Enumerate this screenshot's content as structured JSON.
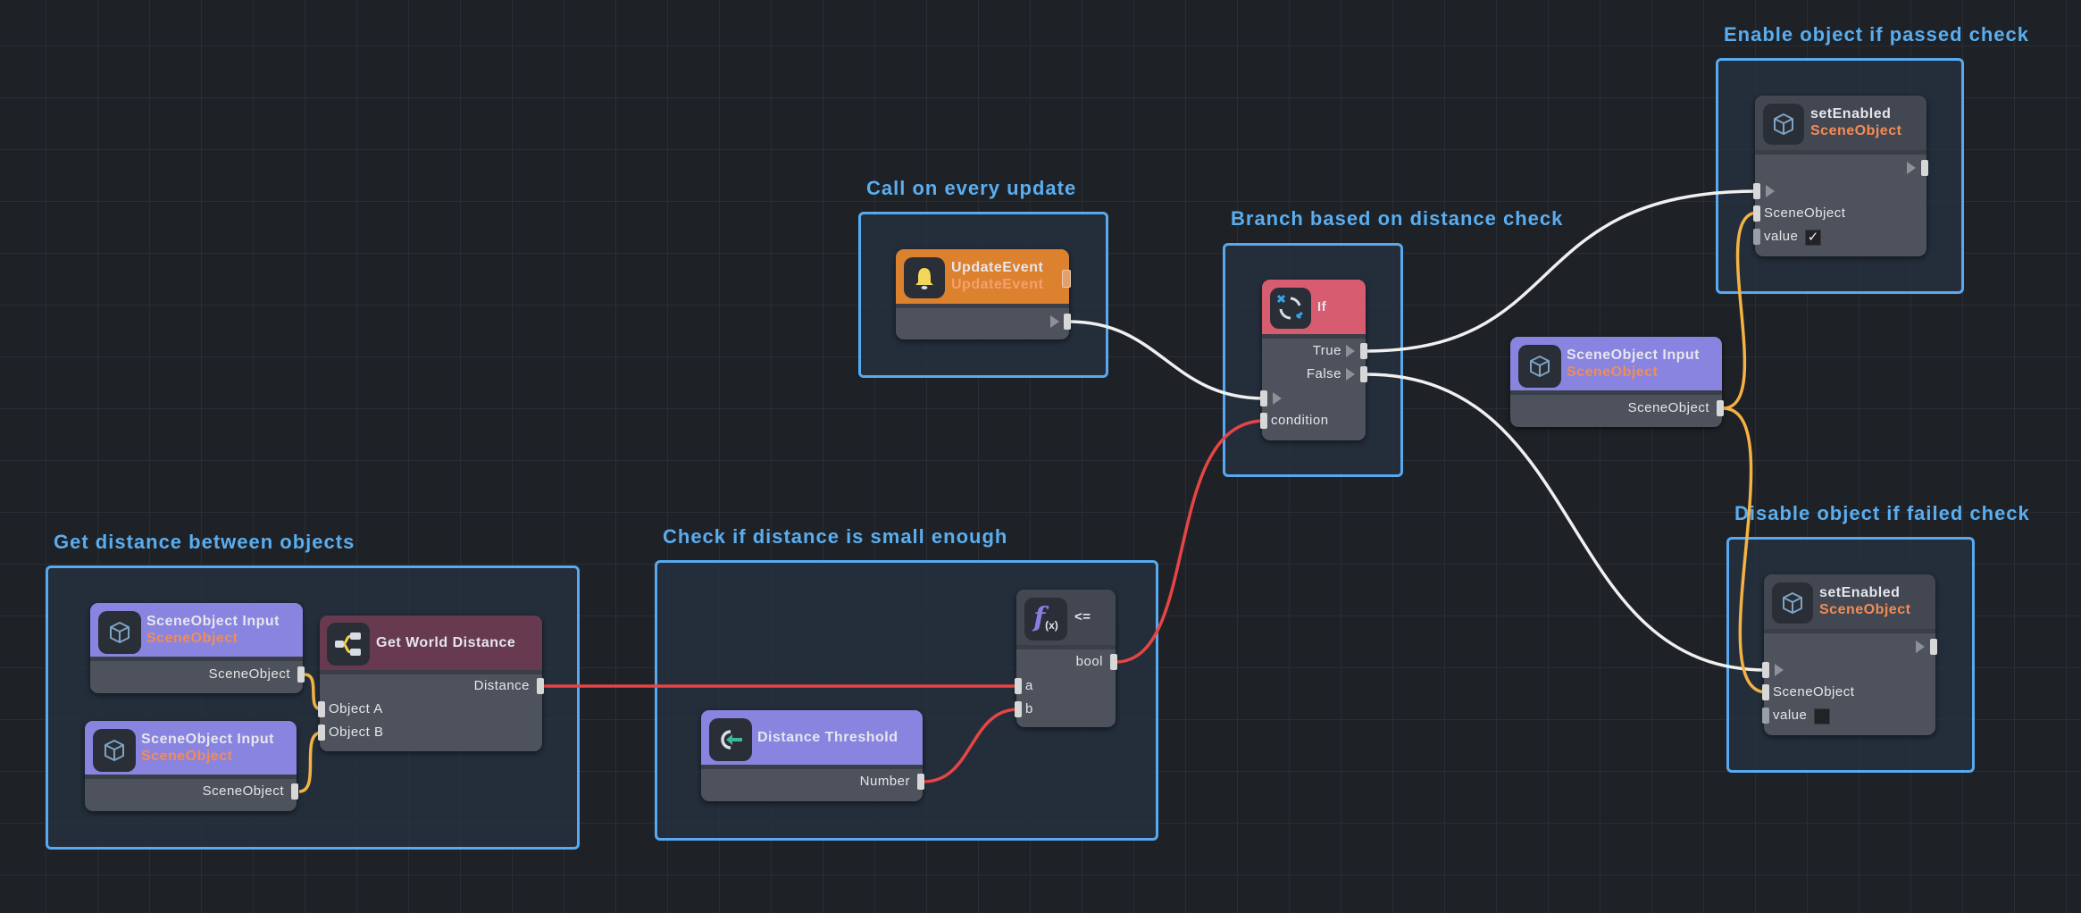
{
  "canvas": {
    "type": "visual-script-graph"
  },
  "colors": {
    "group_border": "#58a9ef",
    "group_title": "#5aaef0",
    "purple_header": "#8884e0",
    "orange_header": "#dc812e",
    "maroon_header": "#673a50",
    "red_header": "#d75c70",
    "gray_header": "#434751",
    "subtitle": "#f28c56",
    "wire_exec": "#f0f0f0",
    "wire_number": "#e64545",
    "wire_object": "#f4b244"
  },
  "groups": [
    {
      "id": "g-distance",
      "title": "Get distance between objects"
    },
    {
      "id": "g-check",
      "title": "Check if distance is small enough"
    },
    {
      "id": "g-update",
      "title": "Call on every update"
    },
    {
      "id": "g-branch",
      "title": "Branch based on distance check"
    },
    {
      "id": "g-enable",
      "title": "Enable object if passed check"
    },
    {
      "id": "g-disable",
      "title": "Disable object if failed check"
    }
  ],
  "nodes": {
    "so_input_a": {
      "title": "SceneObject Input",
      "subtitle": "SceneObject",
      "icon": "cube-icon",
      "outputs": [
        "SceneObject"
      ]
    },
    "so_input_b": {
      "title": "SceneObject Input",
      "subtitle": "SceneObject",
      "icon": "cube-icon",
      "outputs": [
        "SceneObject"
      ]
    },
    "get_world_distance": {
      "title": "Get World Distance",
      "icon": "branch-tree-icon",
      "outputs": [
        "Distance"
      ],
      "inputs": [
        "Object A",
        "Object B"
      ]
    },
    "distance_threshold": {
      "title": "Distance Threshold",
      "icon": "variable-input-icon",
      "outputs": [
        "Number"
      ]
    },
    "compare": {
      "title": "<=",
      "icon": "function-icon",
      "icon_text": "f",
      "icon_sub": "(x)",
      "outputs": [
        "bool"
      ],
      "inputs": [
        "a",
        "b"
      ]
    },
    "update_event": {
      "title": "UpdateEvent",
      "subtitle": "UpdateEvent",
      "icon": "bell-icon"
    },
    "if": {
      "title": "If",
      "icon": "branch-swap-icon",
      "outputs": [
        "True",
        "False"
      ],
      "inputs": [
        "condition"
      ]
    },
    "so_input_mid": {
      "title": "SceneObject Input",
      "subtitle": "SceneObject",
      "icon": "cube-icon",
      "outputs": [
        "SceneObject"
      ]
    },
    "set_enabled_true": {
      "title": "setEnabled",
      "subtitle": "SceneObject",
      "icon": "cube-icon",
      "inputs": [
        "SceneObject",
        "value"
      ],
      "value_checked": true,
      "check_glyph": "✓"
    },
    "set_enabled_false": {
      "title": "setEnabled",
      "subtitle": "SceneObject",
      "icon": "cube-icon",
      "inputs": [
        "SceneObject",
        "value"
      ],
      "value_checked": false,
      "check_glyph": ""
    }
  },
  "connections": [
    {
      "from": "so_input_a.SceneObject",
      "to": "get_world_distance.Object A",
      "kind": "object"
    },
    {
      "from": "so_input_b.SceneObject",
      "to": "get_world_distance.Object B",
      "kind": "object"
    },
    {
      "from": "get_world_distance.Distance",
      "to": "compare.a",
      "kind": "number"
    },
    {
      "from": "distance_threshold.Number",
      "to": "compare.b",
      "kind": "number"
    },
    {
      "from": "compare.bool",
      "to": "if.condition",
      "kind": "number"
    },
    {
      "from": "update_event.exec",
      "to": "if.exec",
      "kind": "exec"
    },
    {
      "from": "if.True",
      "to": "set_enabled_true.exec",
      "kind": "exec"
    },
    {
      "from": "if.False",
      "to": "set_enabled_false.exec",
      "kind": "exec"
    },
    {
      "from": "so_input_mid.SceneObject",
      "to": "set_enabled_true.SceneObject",
      "kind": "object"
    },
    {
      "from": "so_input_mid.SceneObject",
      "to": "set_enabled_false.SceneObject",
      "kind": "object"
    }
  ]
}
